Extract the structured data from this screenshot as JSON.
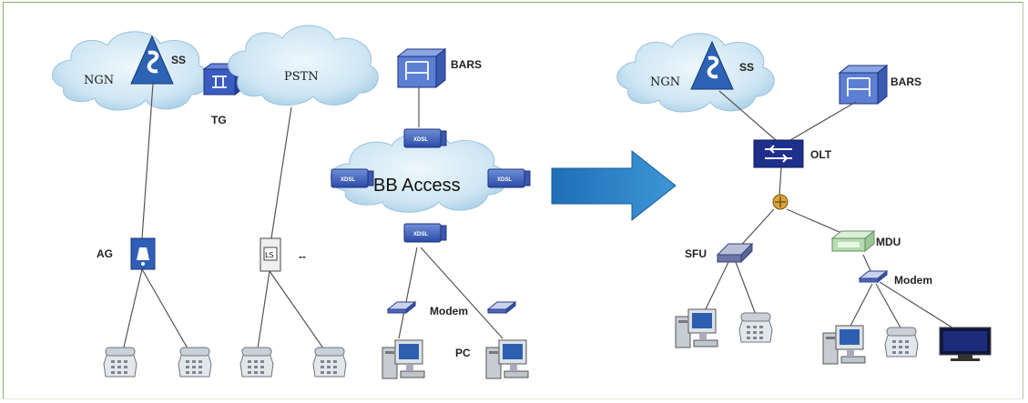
{
  "left": {
    "ngn_cloud": "NGN",
    "ss_label": "SS",
    "tg_label": "TG",
    "pstn_cloud": "PSTN",
    "bars_label": "BARS",
    "bb_access": "BB Access",
    "ag_label": "AG",
    "ls_mark": "LS",
    "ls_suffix": "--",
    "modem_label": "Modem",
    "pc_label": "PC",
    "xdsl_text": "XDSL"
  },
  "right": {
    "ngn_cloud": "NGN",
    "ss_label": "SS",
    "bars_label": "BARS",
    "olt_label": "OLT",
    "sfu_label": "SFU",
    "mdu_label": "MDU",
    "modem_label": "Modem"
  },
  "colors": {
    "cloud_fill": "#cfe6f4",
    "arrow": "#2a7ec4",
    "device_blue": "#2b3a9a",
    "frame": "#8fa86a"
  },
  "icons": [
    "softswitch-icon",
    "trunk-gateway-icon",
    "bars-server-icon",
    "xdsl-dslam-icon",
    "access-gateway-icon",
    "local-switch-icon",
    "modem-icon",
    "pc-icon",
    "telephone-icon",
    "olt-icon",
    "splitter-icon",
    "sfu-icon",
    "mdu-icon",
    "tv-icon",
    "arrow-icon"
  ]
}
